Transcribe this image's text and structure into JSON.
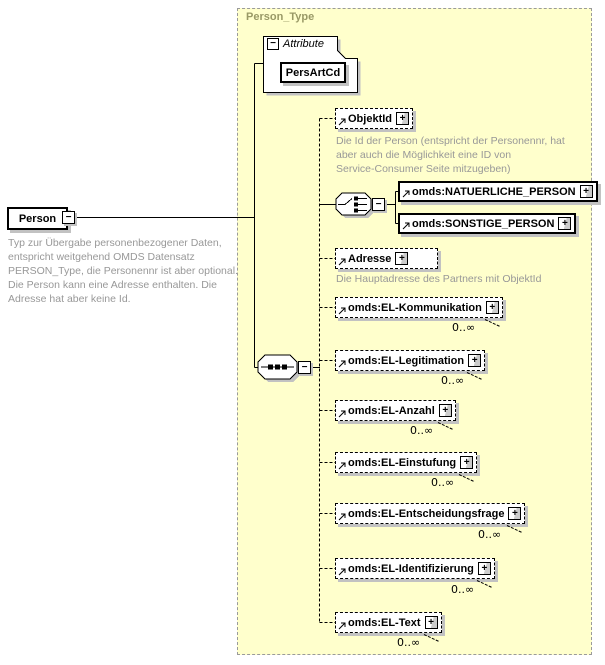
{
  "container": {
    "title": "Person_Type"
  },
  "icons": {
    "expand_glyph": "+",
    "collapse_glyph": "−"
  },
  "root_element": {
    "label": "Person",
    "annotation": "Typ zur Übergabe personenbezogener Daten,\nentspricht weitgehend OMDS Datensatz\nPERSON_Type, die Personennr ist aber optional.\nDie Person kann eine Adresse enthalten. Die\nAdresse hat aber keine Id."
  },
  "attributes": {
    "header": "Attribute",
    "items": [
      {
        "name": "PersArtCd"
      }
    ]
  },
  "children": [
    {
      "label": "ObjektId",
      "annotation": "Die Id der Person (entspricht der Personennr, hat\naber auch die Möglichkeit eine ID von\nService-Consumer Seite mitzugeben)"
    },
    {
      "type": "choice",
      "options": [
        {
          "label": "omds:NATUERLICHE_PERSON"
        },
        {
          "label": "omds:SONSTIGE_PERSON"
        }
      ]
    },
    {
      "label": "Adresse",
      "annotation": "Die Hauptadresse des Partners mit ObjektId"
    },
    {
      "label": "omds:EL-Kommunikation",
      "occurs": "0..∞"
    },
    {
      "label": "omds:EL-Legitimation",
      "occurs": "0..∞"
    },
    {
      "label": "omds:EL-Anzahl",
      "occurs": "0..∞"
    },
    {
      "label": "omds:EL-Einstufung",
      "occurs": "0..∞"
    },
    {
      "label": "omds:EL-Entscheidungsfrage",
      "occurs": "0..∞"
    },
    {
      "label": "omds:EL-Identifizierung",
      "occurs": "0..∞"
    },
    {
      "label": "omds:EL-Text",
      "occurs": "0..∞"
    }
  ],
  "colors": {
    "container_bg": "#ffffcc",
    "container_border": "#9a9a9a",
    "container_title": "#999966",
    "annotation_text": "#989898",
    "shadow": "#c2c2c2"
  }
}
